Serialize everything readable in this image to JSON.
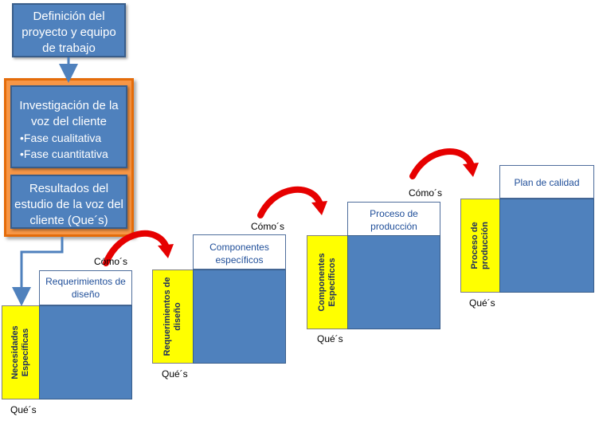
{
  "flow": {
    "definition": "Definición del proyecto y equipo de trabajo",
    "investigation_title": "Investigación de la voz del cliente",
    "investigation_bullets": [
      "Fase cualitativa",
      "Fase cuantitativa"
    ],
    "results": "Resultados del estudio de la voz del cliente (Que´s)"
  },
  "houses": [
    {
      "header": "Requerimientos de diseño",
      "side": "Necesidades Específicas",
      "bottom": "Qué´s",
      "curve": "Cómo´s"
    },
    {
      "header": "Componentes específicos",
      "side": "Requerimientos de diseño",
      "bottom": "Qué´s",
      "curve": "Cómo´s"
    },
    {
      "header": "Proceso de producción",
      "side": "Componentes Específicos",
      "bottom": "Qué´s",
      "curve": "Cómo´s"
    },
    {
      "header": "Plan de calidad",
      "side": "Proceso de producción",
      "bottom": "Qué´s"
    }
  ],
  "colors": {
    "box_blue": "#4f81bd",
    "frame_orange": "#f79646",
    "side_yellow": "#ffff00",
    "curve_red": "#e60000",
    "header_text": "#1f4e99"
  }
}
